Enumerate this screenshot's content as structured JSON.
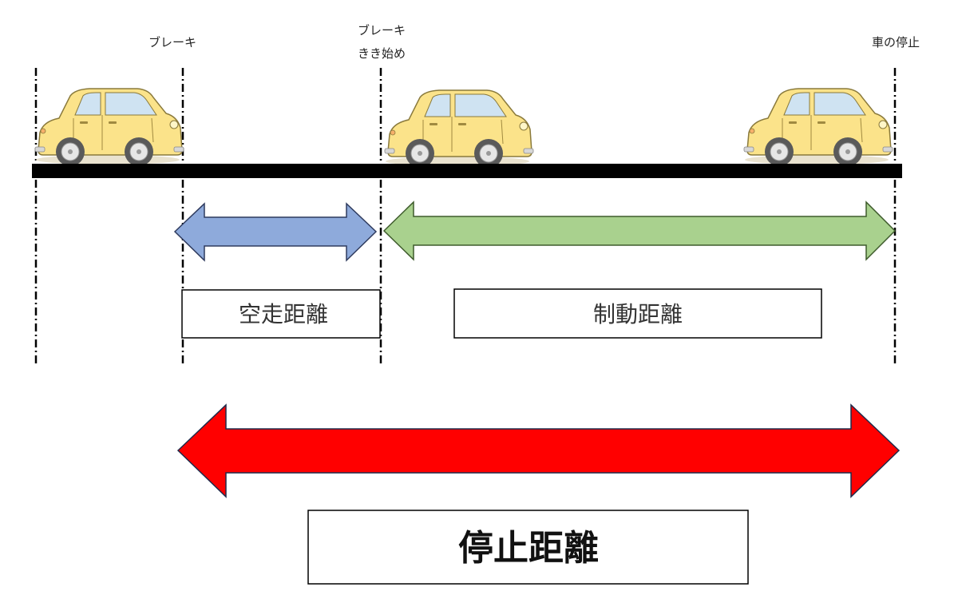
{
  "labels": {
    "brake": "ブレーキ",
    "brake_start_line1": "ブレーキ",
    "brake_start_line2": "きき始め",
    "car_stop": "車の停止"
  },
  "boxes": {
    "free_running": "空走距離",
    "braking": "制動距離",
    "stopping": "停止距離"
  },
  "colors": {
    "free_running_arrow": "#8eaadb",
    "braking_arrow": "#a9d18e",
    "stopping_arrow": "#ff0000",
    "car_body": "#fbe38a",
    "road": "#000000"
  }
}
